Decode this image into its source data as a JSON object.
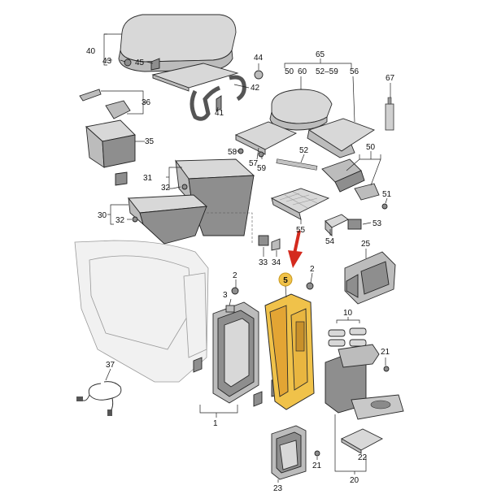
{
  "labels": {
    "p1": "1",
    "p2a": "2",
    "p2b": "2",
    "p3": "3",
    "p5": "5",
    "p10": "10",
    "p20": "20",
    "p21a": "21",
    "p21b": "21",
    "p22": "22",
    "p23": "23",
    "p25": "25",
    "p30": "30",
    "p31": "31",
    "p32a": "32",
    "p32b": "32",
    "p33": "33",
    "p34": "34",
    "p35": "35",
    "p36": "36",
    "p37": "37",
    "p40": "40",
    "p41": "41",
    "p42": "42",
    "p43": "43",
    "p44": "44",
    "p45": "45",
    "p50a": "50",
    "p50b": "50",
    "p51": "51",
    "p52a": "52",
    "p53": "53",
    "p54": "54",
    "p55": "55",
    "p56": "56",
    "p57": "57",
    "p58": "58",
    "p59": "59",
    "p60": "60",
    "p65": "65",
    "p67": "67",
    "p5259": "52–59"
  },
  "highlight": {
    "label": "5",
    "color": "#f0c24a",
    "arrow_color": "#d42a1e"
  }
}
